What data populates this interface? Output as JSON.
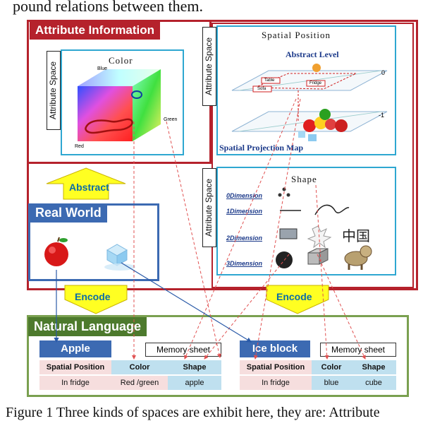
{
  "top_text": "pound relations between them.",
  "caption": "Figure 1      Three kinds of spaces are exhibit here, they are: Attribute",
  "attribute_info": {
    "header": "Attribute Information",
    "color_panel": {
      "side_label": "Attribute Space",
      "title": "Color",
      "axis_blue": "Blue",
      "axis_green": "Green",
      "axis_red": "Red"
    },
    "spatial_panel": {
      "side_label": "Attribute Space",
      "title": "Spatial Position",
      "abstract_level": "Abstract Level",
      "projection_map": "Spatial Projection Map",
      "tick_zero": "0",
      "tick_minus_one": "-1",
      "tags": [
        "Table",
        "Fridge",
        "Sofa"
      ]
    },
    "shape_panel": {
      "side_label": "Attribute Space",
      "title": "Shape",
      "dimensions": [
        "0Dimension",
        "1Dimension",
        "2Dimension",
        "3Dimension"
      ],
      "chinese_text": "中国"
    }
  },
  "abstract_arrow": "Abstract",
  "real_world": {
    "header": "Real World"
  },
  "encode_left": "Encode",
  "encode_right": "Encode",
  "natural_language": {
    "header": "Natural  Language",
    "apple": {
      "title": "Apple",
      "memory": "Memory sheet",
      "headers": [
        "Spatial Position",
        "Color",
        "Shape"
      ],
      "values": [
        "In fridge",
        "Red /green",
        "apple"
      ]
    },
    "ice": {
      "title": "Ice block",
      "memory": "Memory sheet",
      "headers": [
        "Spatial Position",
        "Color",
        "Shape"
      ],
      "values": [
        "In fridge",
        "blue",
        "cube"
      ]
    }
  },
  "colors": {
    "frame_red": "#b5222c",
    "panel_blue": "#2ea7d1",
    "header_blue": "#3c6ab2",
    "green": "#4d7a2d",
    "arrow_yellow": "#ffff22"
  }
}
